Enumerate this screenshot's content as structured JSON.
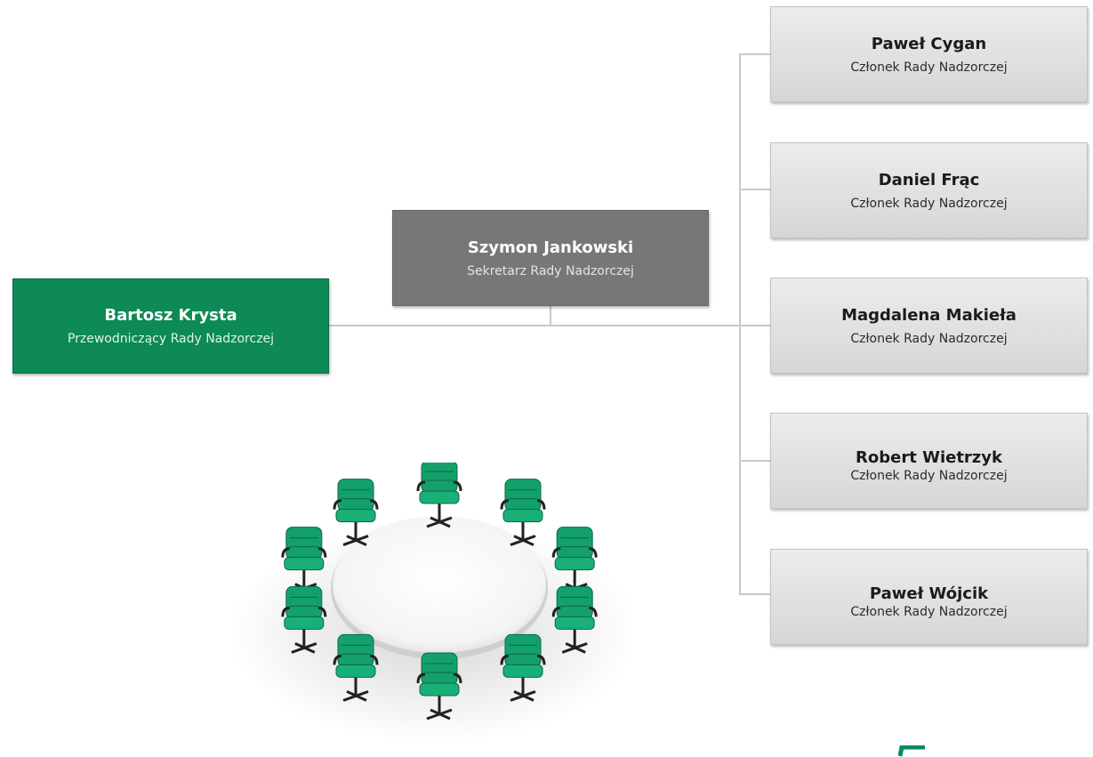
{
  "chairman": {
    "name": "Bartosz Krysta",
    "role": "Przewodniczący Rady Nadzorczej"
  },
  "secretary": {
    "name": "Szymon Jankowski",
    "role": "Sekretarz Rady Nadzorczej"
  },
  "members": [
    {
      "name": "Paweł Cygan",
      "role": "Członek Rady Nadzorczej"
    },
    {
      "name": "Daniel Frąc",
      "role": "Członek Rady Nadzorczej"
    },
    {
      "name": "Magdalena Makieła",
      "role": "Członek Rady Nadzorczej"
    },
    {
      "name": "Robert Wietrzyk",
      "role": "Członek Rady Nadzorczej"
    },
    {
      "name": "Paweł Wójcik",
      "role": "Członek Rady Nadzorczej"
    }
  ],
  "colors": {
    "chairman": "#0d8a56",
    "secretary": "#777777",
    "member_box": "#e0e0e0",
    "connector": "#c9c9c9",
    "chair_green": "#14a06b"
  },
  "illustration": {
    "icon": "round-table-chairs-icon",
    "chair_count": 10
  }
}
